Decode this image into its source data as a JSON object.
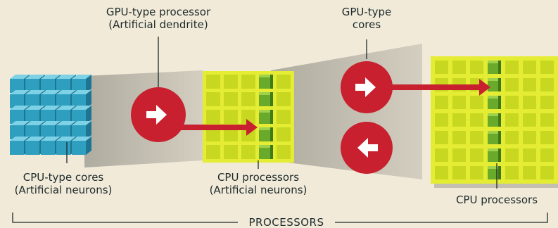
{
  "labels": {
    "gpu_processor": {
      "line1": "GPU-type processor",
      "line2": "(Artificial dendrite)"
    },
    "gpu_cores": {
      "line1": "GPU-type",
      "line2": "cores"
    },
    "cpu_cores": {
      "line1": "CPU-type cores",
      "line2": "(Artificial neurons)"
    },
    "cpu_processors_mid": {
      "line1": "CPU processors",
      "line2": "(Artificial neurons)"
    },
    "cpu_processors_right": "CPU processors",
    "processors": "PROCESSORS"
  },
  "icons": {
    "arrow_right": "arrow-right-icon",
    "arrow_left": "arrow-left-icon"
  },
  "colors": {
    "background": "#f1ead9",
    "blue_core": "#2e9fbf",
    "yellow_green": "#c8d820",
    "green_core": "#6aaa2a",
    "red": "#c8202e",
    "text": "#1e2a2a"
  }
}
